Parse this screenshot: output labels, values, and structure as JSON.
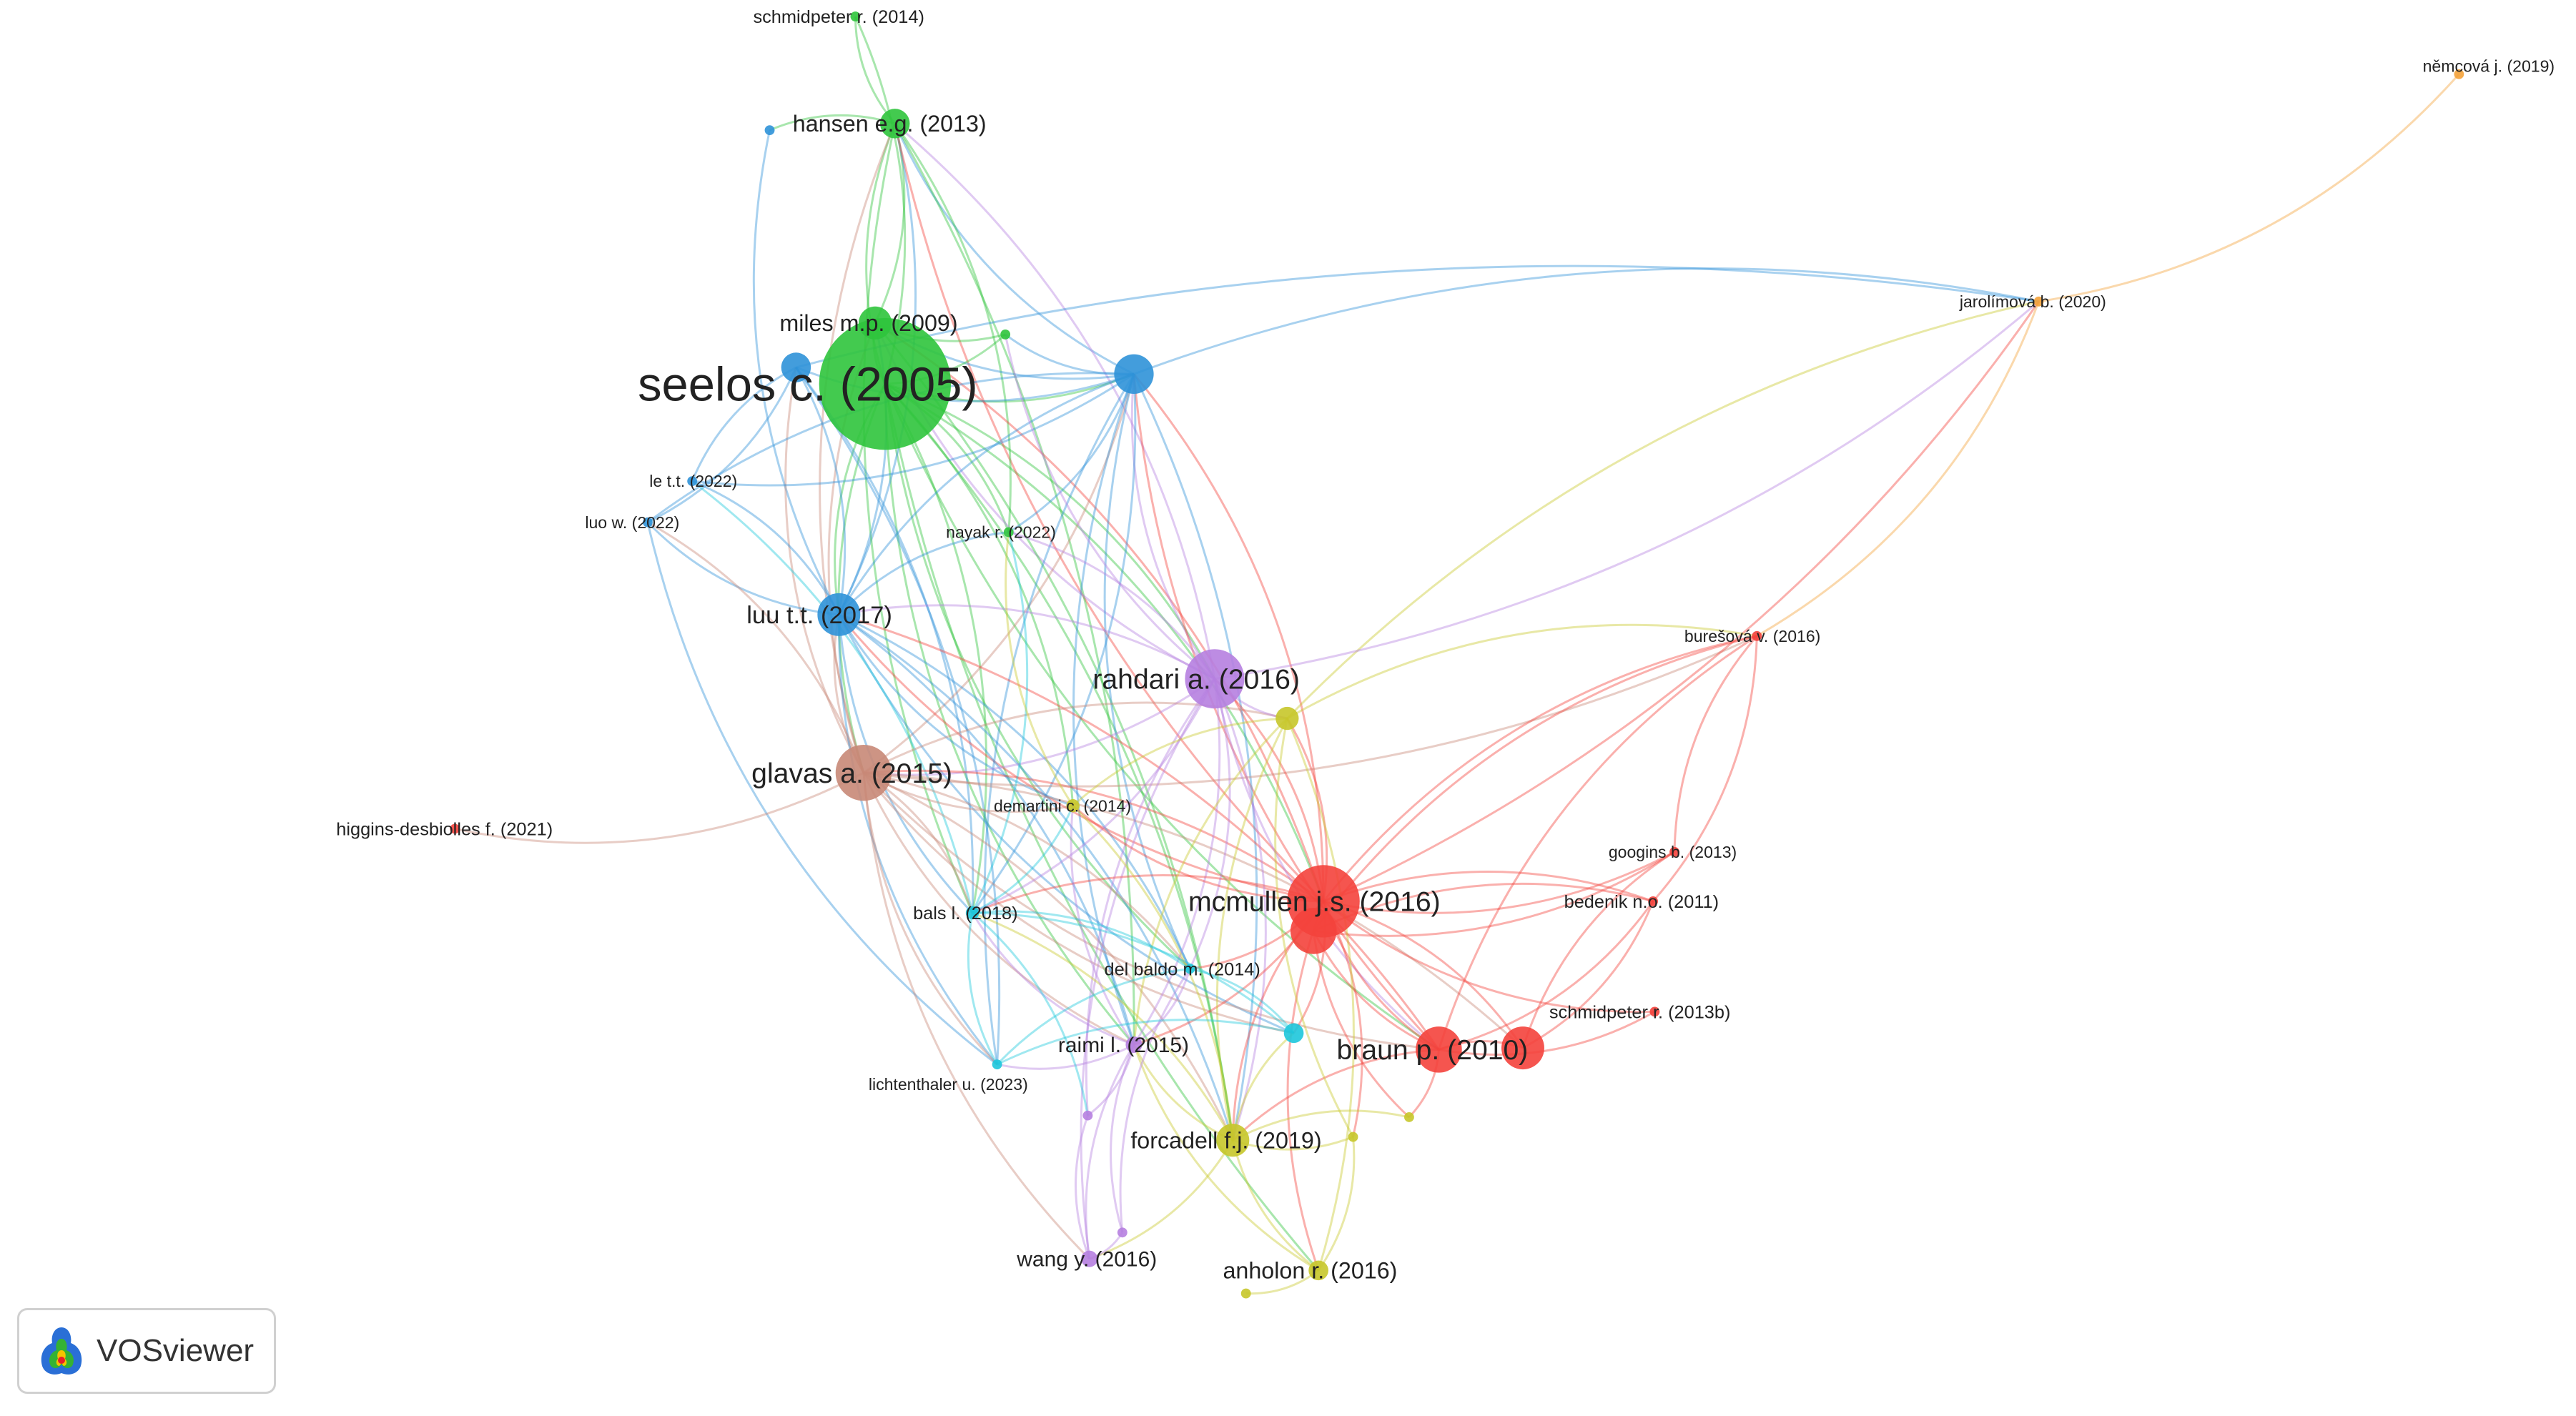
{
  "app": {
    "name": "VOSviewer",
    "logo_colors": [
      "#2a6fd6",
      "#35b233",
      "#f5c400",
      "#e8202a"
    ]
  },
  "clusters": {
    "red": "#f4433c",
    "green": "#2fc43c",
    "blue": "#2f92d8",
    "yellow": "#c7c72a",
    "purple": "#b680e0",
    "cyan": "#1dc7dc",
    "brown": "#c88877",
    "orange": "#f4a23a"
  },
  "nodes": [
    {
      "id": "seelos",
      "label": "seelos c. (2005)",
      "cluster": "green"
    },
    {
      "id": "hansen",
      "label": "hansen e.g. (2013)",
      "cluster": "green"
    },
    {
      "id": "schmidpeter2014",
      "label": "schmidpeter r. (2014)",
      "cluster": "green"
    },
    {
      "id": "miles",
      "label": "miles m.p. (2009)",
      "cluster": "green"
    },
    {
      "id": "nayak",
      "label": "nayak r. (2022)",
      "cluster": "green"
    },
    {
      "id": "g1",
      "label": "",
      "cluster": "green"
    },
    {
      "id": "luu",
      "label": "luu t.t. (2017)",
      "cluster": "blue"
    },
    {
      "id": "le",
      "label": "le t.t. (2022)",
      "cluster": "blue"
    },
    {
      "id": "luow",
      "label": "luo w. (2022)",
      "cluster": "blue"
    },
    {
      "id": "b1",
      "label": "",
      "cluster": "blue"
    },
    {
      "id": "b2",
      "label": "",
      "cluster": "blue"
    },
    {
      "id": "b3",
      "label": "",
      "cluster": "blue"
    },
    {
      "id": "rahdari",
      "label": "rahdari a. (2016)",
      "cluster": "purple"
    },
    {
      "id": "raimi",
      "label": "raimi l. (2015)",
      "cluster": "purple"
    },
    {
      "id": "wang",
      "label": "wang y. (2016)",
      "cluster": "purple"
    },
    {
      "id": "p1",
      "label": "",
      "cluster": "purple"
    },
    {
      "id": "p2",
      "label": "",
      "cluster": "purple"
    },
    {
      "id": "glavas",
      "label": "glavas a. (2015)",
      "cluster": "brown"
    },
    {
      "id": "mcmullen",
      "label": "mcmullen j.s. (2016)",
      "cluster": "red"
    },
    {
      "id": "r_big2",
      "label": "",
      "cluster": "red"
    },
    {
      "id": "braun",
      "label": "braun p. (2010)",
      "cluster": "red"
    },
    {
      "id": "r_braun2",
      "label": "",
      "cluster": "red"
    },
    {
      "id": "buresova",
      "label": "burešová v. (2016)",
      "cluster": "red"
    },
    {
      "id": "googins",
      "label": "googins b. (2013)",
      "cluster": "red"
    },
    {
      "id": "bedenik",
      "label": "bedenik n.o. (2011)",
      "cluster": "red"
    },
    {
      "id": "schmidpeter2013b",
      "label": "schmidpeter r. (2013b)",
      "cluster": "red"
    },
    {
      "id": "higgins",
      "label": "higgins-desbiolles f. (2021)",
      "cluster": "red"
    },
    {
      "id": "forcadell",
      "label": "forcadell f.j. (2019)",
      "cluster": "yellow"
    },
    {
      "id": "anholon",
      "label": "anholon r. (2016)",
      "cluster": "yellow"
    },
    {
      "id": "demartini",
      "label": "demartini c. (2014)",
      "cluster": "yellow"
    },
    {
      "id": "y1",
      "label": "",
      "cluster": "yellow"
    },
    {
      "id": "y2",
      "label": "",
      "cluster": "yellow"
    },
    {
      "id": "y3",
      "label": "",
      "cluster": "yellow"
    },
    {
      "id": "y4",
      "label": "",
      "cluster": "yellow"
    },
    {
      "id": "bals",
      "label": "bals l. (2018)",
      "cluster": "cyan"
    },
    {
      "id": "delbaldo",
      "label": "del baldo m. (2014)",
      "cluster": "cyan"
    },
    {
      "id": "lichtenthaler",
      "label": "lichtenthaler u. (2023)",
      "cluster": "cyan"
    },
    {
      "id": "c1",
      "label": "",
      "cluster": "cyan"
    },
    {
      "id": "jarolimova",
      "label": "jarolímová b. (2020)",
      "cluster": "orange"
    },
    {
      "id": "nemcova",
      "label": "němcová j. (2019)",
      "cluster": "orange"
    }
  ]
}
